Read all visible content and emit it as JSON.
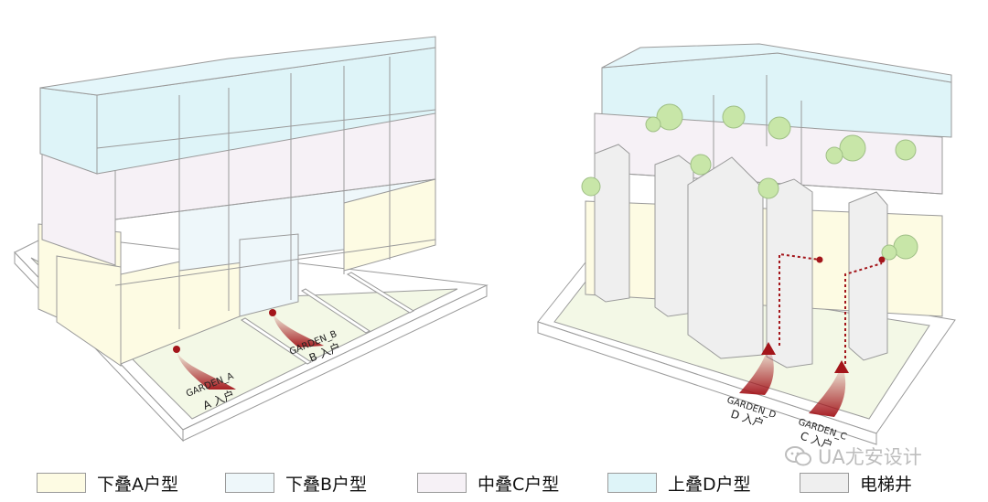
{
  "colors": {
    "typeA": "#fdfbe3",
    "typeB": "#eef7fa",
    "typeC": "#f6f1f6",
    "typeD": "#def4f8",
    "elevator": "#efefef",
    "entry_arrow": "#a3151a",
    "tree": "#c8e6a8",
    "plinth": "#ffffff"
  },
  "left_building": {
    "entries": [
      {
        "name": "GARDEN_A",
        "label": "A 入户"
      },
      {
        "name": "GARDEN_B",
        "label": "B 入户"
      }
    ]
  },
  "right_building": {
    "entries": [
      {
        "name": "GARDEN_D",
        "label": "D 入户"
      },
      {
        "name": "GARDEN_C",
        "label": "C 入户"
      }
    ]
  },
  "legend": [
    {
      "key": "typeA",
      "label": "下叠A户型"
    },
    {
      "key": "typeB",
      "label": "下叠B户型"
    },
    {
      "key": "typeC",
      "label": "中叠C户型"
    },
    {
      "key": "typeD",
      "label": "上叠D户型"
    },
    {
      "key": "elevator",
      "label": "电梯井"
    }
  ],
  "watermark": {
    "text": "UA尤安设计",
    "icon": "wechat-icon"
  }
}
